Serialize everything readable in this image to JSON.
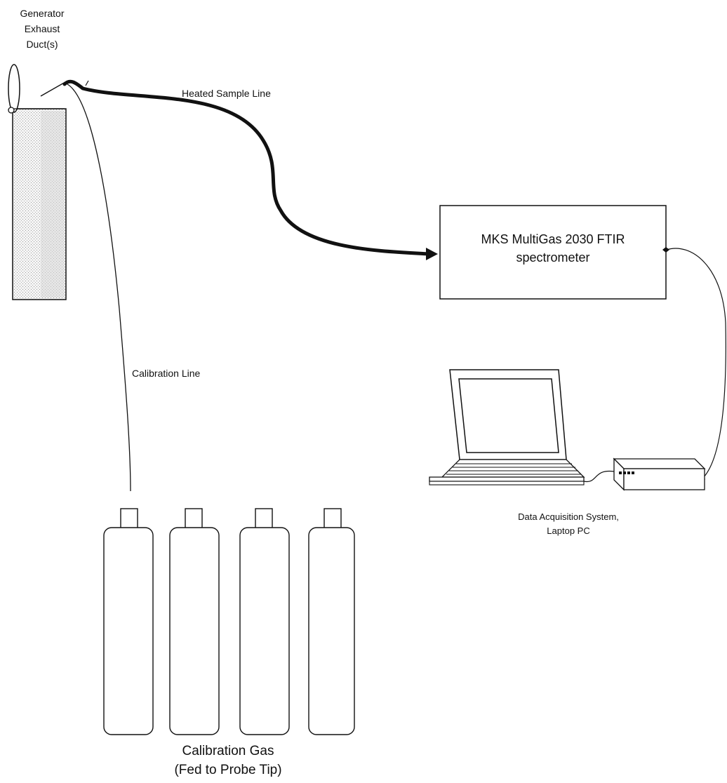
{
  "labels": {
    "exhaust_duct": "Generator\nExhaust\nDuct(s)",
    "heated_sample_line": "Heated Sample Line",
    "calibration_line": "Calibration Line",
    "ftir": "MKS MultiGas 2030 FTIR\nspectrometer",
    "daq": "Data Acquisition System,\nLaptop PC",
    "calibration_gas": "Calibration Gas\n(Fed to Probe Tip)"
  },
  "colors": {
    "line": "#111111",
    "duct_fill": "#e6e6e6",
    "background": "#ffffff"
  },
  "cylinder_count": 4
}
